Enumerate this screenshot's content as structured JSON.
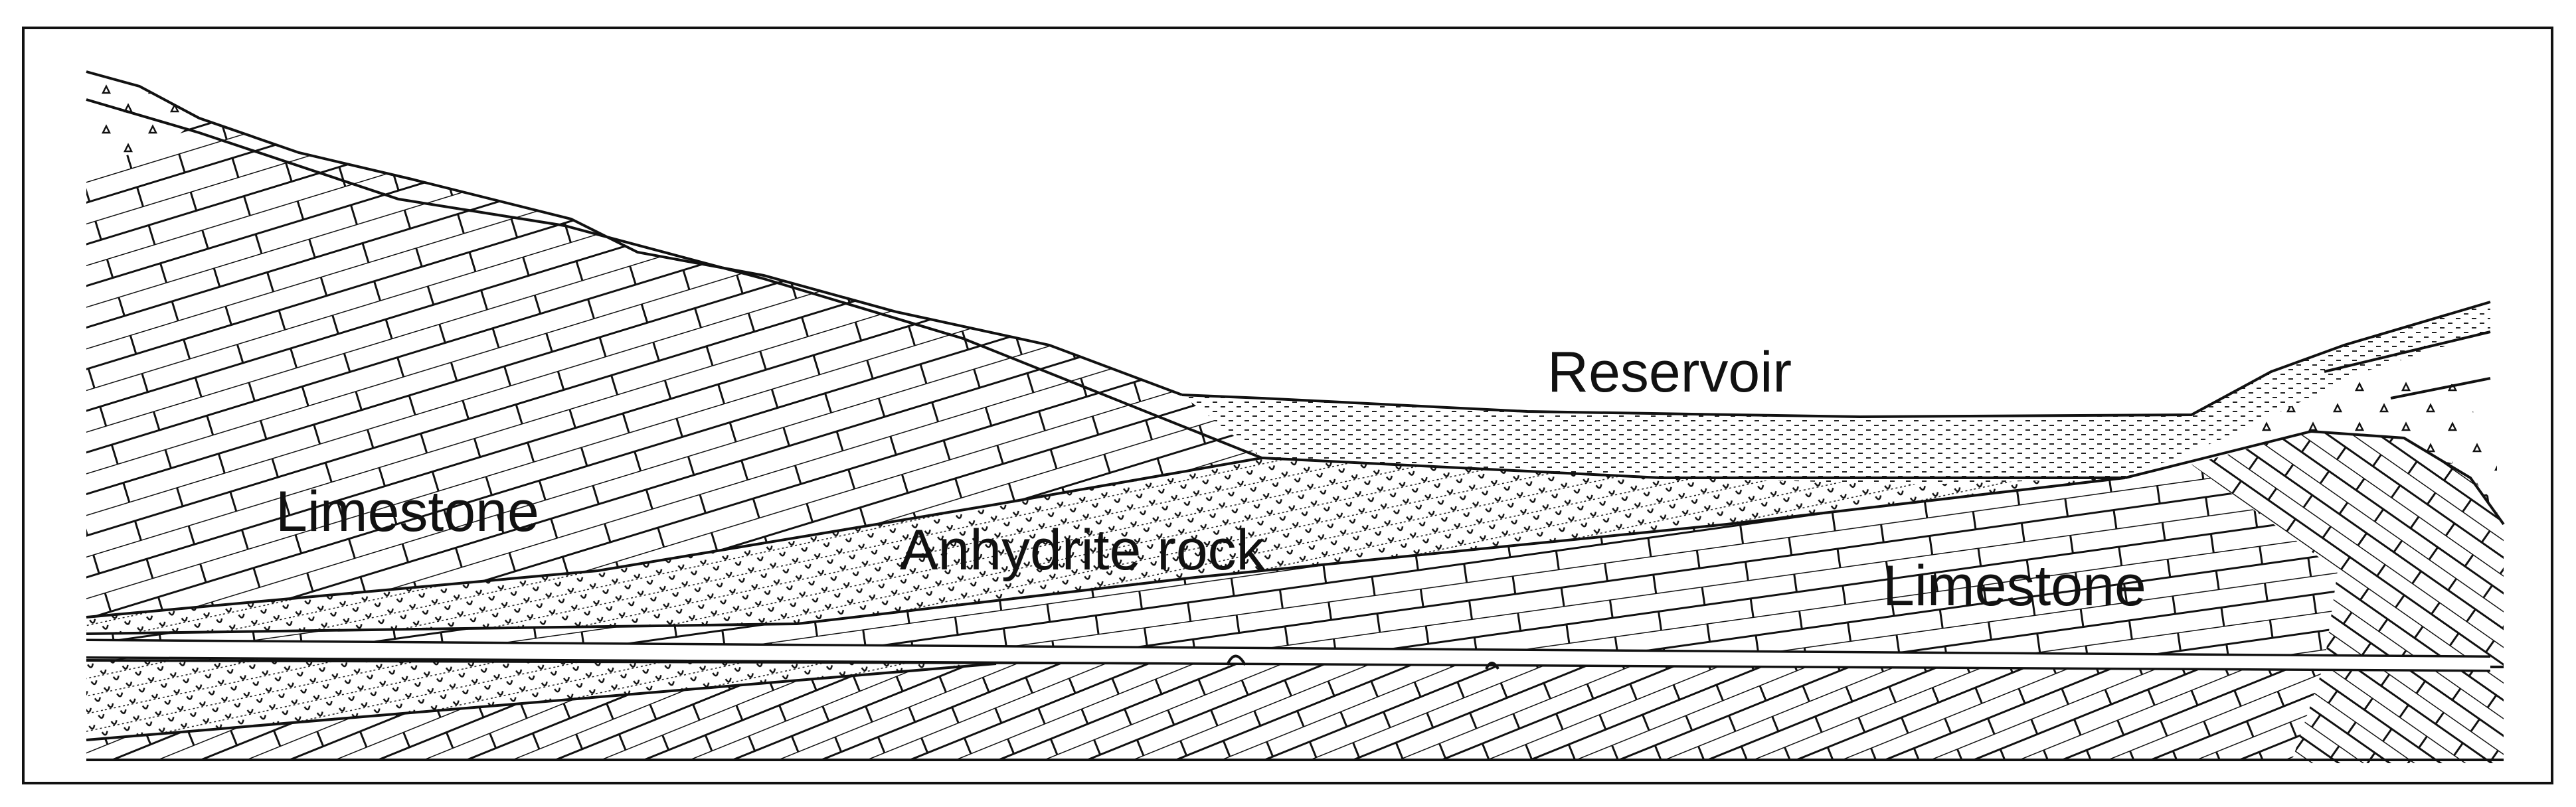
{
  "labels": {
    "reservoir": "Reservoir",
    "limestone_left": "Limestone",
    "anhydrite": "Anhydrite rock",
    "limestone_right": "Limestone"
  },
  "colors": {
    "ink": "#111111",
    "background": "#ffffff"
  }
}
